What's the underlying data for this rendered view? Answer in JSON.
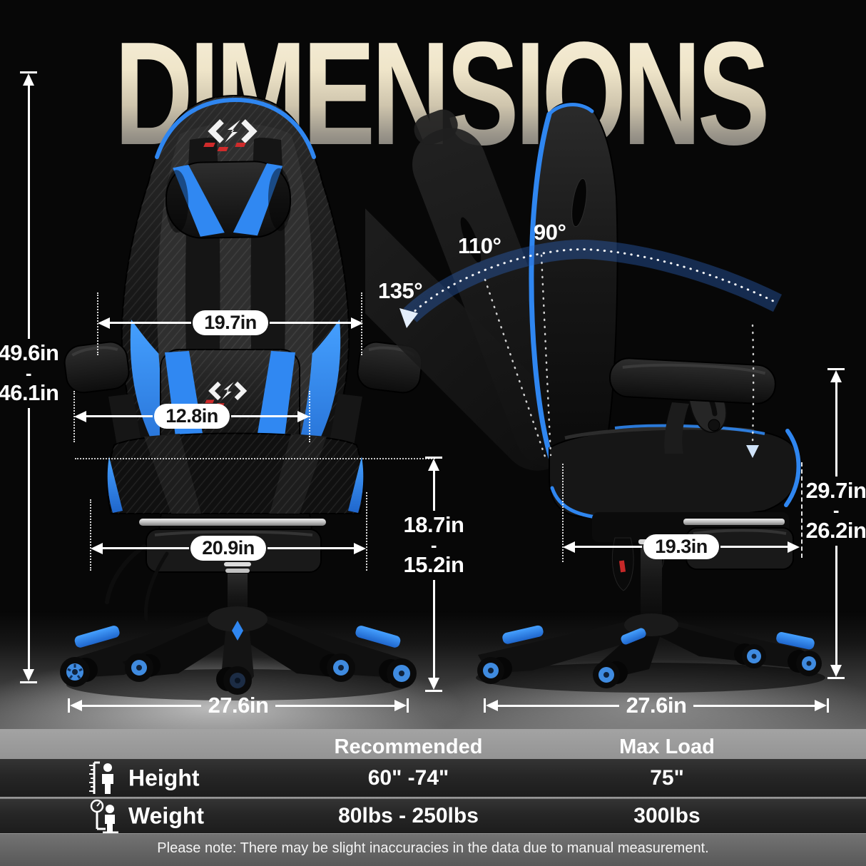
{
  "title": "DIMENSIONS",
  "colors": {
    "accent_blue": "#2f86f0",
    "wheel_hub_blue": "#3f8be0",
    "logo_red": "#cf2b2b",
    "title_gradient_top": "#f7efda",
    "title_gradient_bottom": "#6b6b6b",
    "background": "#070707"
  },
  "brand": {
    "logo": "angle-bracket-s-logo"
  },
  "dimensions": {
    "overall_height_max": "49.6in",
    "overall_height_min": "46.1in",
    "backrest_width": "19.7in",
    "lumbar_pillow_width": "12.8in",
    "seat_width": "20.9in",
    "seat_height_max": "18.7in",
    "seat_height_min": "15.2in",
    "base_width_front": "27.6in",
    "armrest_height_max": "29.7in",
    "armrest_height_min": "26.2in",
    "seat_depth": "19.3in",
    "base_width_side": "27.6in",
    "separator": "-"
  },
  "recline_angles": {
    "max": "135°",
    "mid": "110°",
    "upright": "90°"
  },
  "spec_table": {
    "col_recommended": "Recommended",
    "col_max_load": "Max Load",
    "rows": [
      {
        "icon": "height-measure-icon",
        "label": "Height",
        "recommended": "60\" -74\"",
        "max_load": "75\""
      },
      {
        "icon": "weight-scale-icon",
        "label": "Weight",
        "recommended": "80lbs - 250lbs",
        "max_load": "300lbs"
      }
    ]
  },
  "footnote": "Please note: There may be slight inaccuracies in the data due to manual measurement."
}
